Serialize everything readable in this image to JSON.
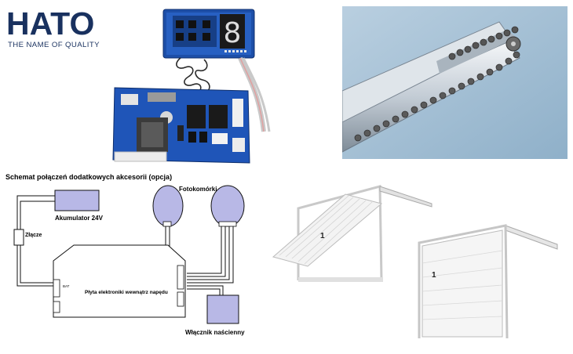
{
  "brand": {
    "name": "HATO",
    "tagline": "THE NAME OF QUALITY",
    "color": "#19315f"
  },
  "control_board": {
    "display_digit": "8"
  },
  "wiring_diagram": {
    "title": "Schemat połączeń dodatkowych akcesorii (opcja)",
    "battery_label": "Akumulator 24V",
    "connector_label": "Złącze",
    "photocells_label": "Fotokomórki",
    "board_label": "Płyta elektroniki wewnątrz napędu",
    "bat_terminal": "BAT",
    "wall_switch_label": "Włącznik naścienny"
  },
  "doors": {
    "tilt_door_panel_number": "1",
    "sectional_door_panel_number": "1"
  }
}
